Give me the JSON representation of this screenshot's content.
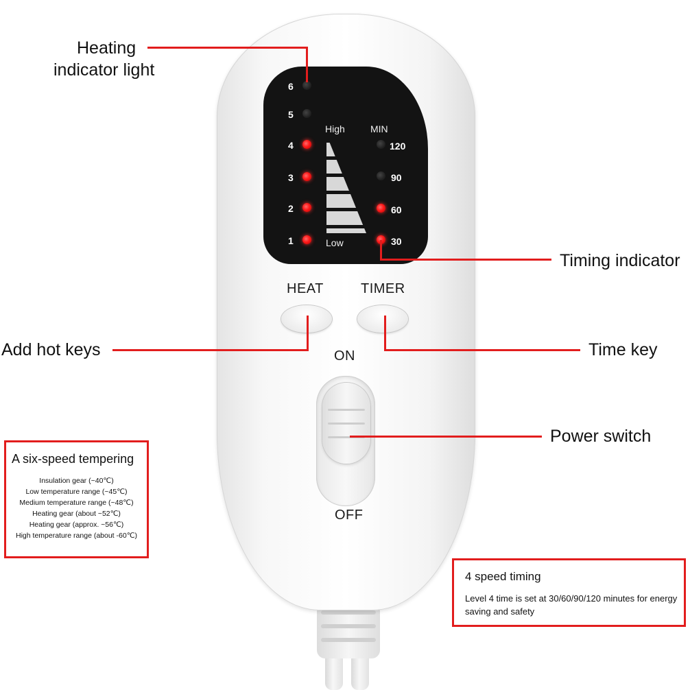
{
  "panel": {
    "heat_levels": [
      {
        "label": "6",
        "on": false
      },
      {
        "label": "5",
        "on": false
      },
      {
        "label": "4",
        "on": true
      },
      {
        "label": "3",
        "on": true
      },
      {
        "label": "2",
        "on": true
      },
      {
        "label": "1",
        "on": true
      }
    ],
    "high_label": "High",
    "low_label": "Low",
    "min_label": "MIN",
    "timer_levels": [
      {
        "label": "120",
        "on": false
      },
      {
        "label": "90",
        "on": false
      },
      {
        "label": "60",
        "on": true
      },
      {
        "label": "30",
        "on": true
      }
    ]
  },
  "keys": {
    "heat_label": "HEAT",
    "timer_label": "TIMER"
  },
  "switch": {
    "on_label": "ON",
    "off_label": "OFF"
  },
  "callouts": {
    "heating_indicator_line1": "Heating",
    "heating_indicator_line2": "indicator light",
    "timing_indicator": "Timing indicator",
    "add_hot_keys": "Add hot keys",
    "time_key": "Time key",
    "power_switch": "Power switch"
  },
  "tempering_box": {
    "title": "A six-speed tempering",
    "lines": [
      "Insulation gear (~40℃)",
      "Low temperature range (~45℃)",
      "Medium temperature range (~48℃)",
      "Heating gear (about ~52℃)",
      "Heating gear (approx. ~56℃)",
      "High temperature range (about -60℃)"
    ]
  },
  "timing_box": {
    "title": "4 speed timing",
    "body": "Level 4 time is set at 30/60/90/120 minutes for energy saving and safety"
  },
  "colors": {
    "accent_red": "#e21d1d",
    "led_red": "#ff1a1a",
    "panel_black": "#131313"
  }
}
